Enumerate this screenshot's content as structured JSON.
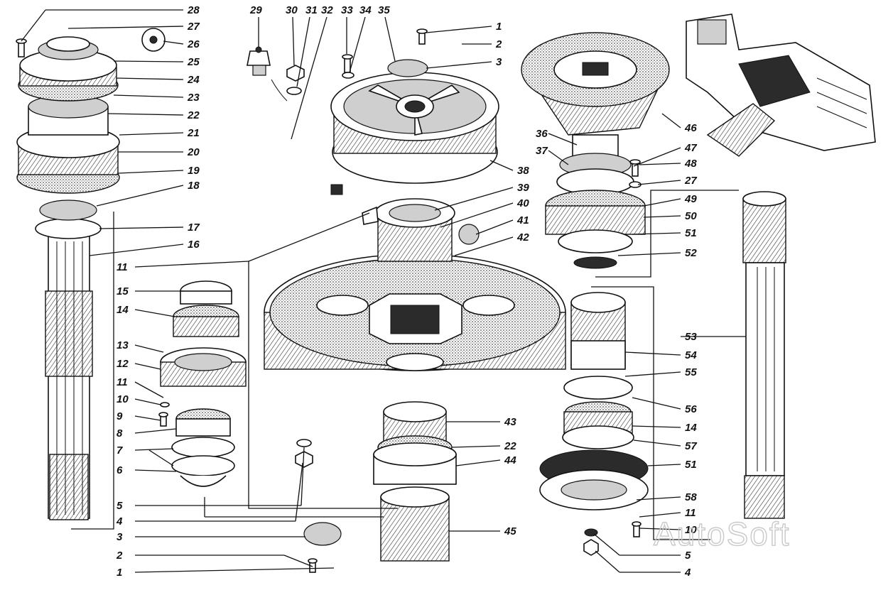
{
  "diagram": {
    "watermark": "AutoSoft",
    "callouts": {
      "c28": "28",
      "c27a": "27",
      "c26": "26",
      "c25": "25",
      "c24": "24",
      "c23": "23",
      "c22a": "22",
      "c21": "21",
      "c20": "20",
      "c19": "19",
      "c18": "18",
      "c17": "17",
      "c16": "16",
      "c29": "29",
      "c30": "30",
      "c31": "31",
      "c32": "32",
      "c33": "33",
      "c34": "34",
      "c35": "35",
      "c1a": "1",
      "c2a": "2",
      "c3a": "3",
      "c38": "38",
      "c39": "39",
      "c40": "40",
      "c41": "41",
      "c42": "42",
      "c36": "36",
      "c37": "37",
      "c46": "46",
      "c47": "47",
      "c48": "48",
      "c27b": "27",
      "c49": "49",
      "c50": "50",
      "c51a": "51",
      "c52": "52",
      "c11a": "11",
      "c15": "15",
      "c14a": "14",
      "c13": "13",
      "c12": "12",
      "c11b": "11",
      "c10a": "10",
      "c9": "9",
      "c8": "8",
      "c7": "7",
      "c6": "6",
      "c5a": "5",
      "c4a": "4",
      "c3b": "3",
      "c2b": "2",
      "c1b": "1",
      "c43": "43",
      "c22b": "22",
      "c44": "44",
      "c45": "45",
      "c53": "53",
      "c54": "54",
      "c55": "55",
      "c56": "56",
      "c14b": "14",
      "c57": "57",
      "c51b": "51",
      "c58": "58",
      "c11c": "11",
      "c10b": "10",
      "c5b": "5",
      "c4b": "4"
    }
  }
}
